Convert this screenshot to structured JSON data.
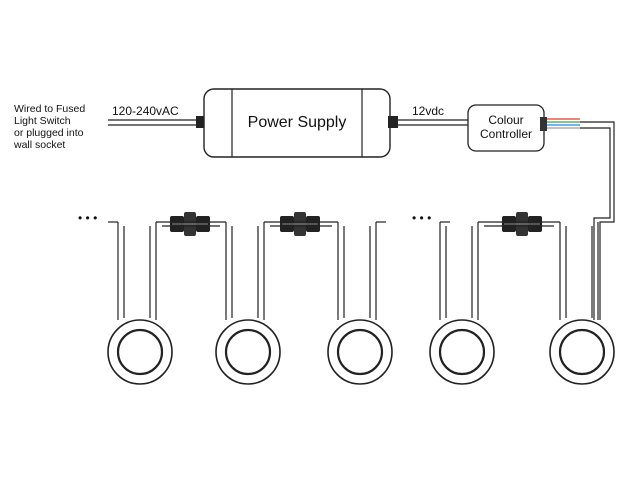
{
  "source": {
    "lines": [
      "Wired to Fused",
      "Light Switch",
      "or plugged into",
      "wall socket"
    ]
  },
  "input_voltage": "120-240vAC",
  "power_supply": {
    "label": "Power Supply"
  },
  "output_voltage": "12vdc",
  "controller": {
    "lines": [
      "Colour",
      "Controller"
    ]
  },
  "rgb_wire_colors": [
    "#e53935",
    "#43a047",
    "#1e88e5",
    "#9e9e9e"
  ],
  "continuation": "• • •",
  "lights_count": 5
}
